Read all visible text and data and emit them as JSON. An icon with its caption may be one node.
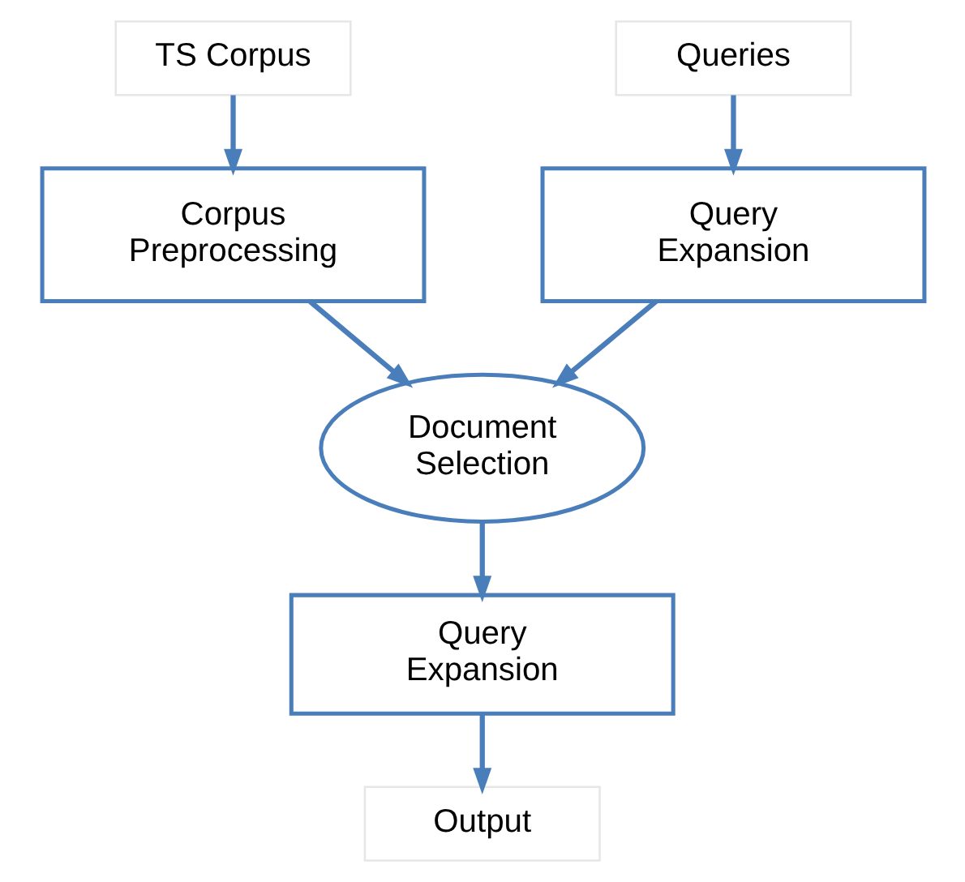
{
  "diagram": {
    "nodes": [
      {
        "text": [
          "TS Corpus"
        ]
      },
      {
        "text": [
          "Queries"
        ]
      },
      {
        "text": [
          "Corpus Preprocessing"
        ]
      },
      {
        "text": [
          "Query Expansion"
        ]
      },
      {
        "text": [
          "Document Selection"
        ]
      },
      {
        "text": [
          "Query Expansion"
        ]
      },
      {
        "text": [
          "Output"
        ]
      }
    ],
    "edges": [
      {
        "from": 0,
        "to": 2,
        "arrow": "to"
      },
      {
        "from": 1,
        "to": 3,
        "arrow": "to"
      },
      {
        "from": 2,
        "to": 4,
        "arrow": "to"
      },
      {
        "from": 3,
        "to": 4,
        "arrow": "to"
      },
      {
        "from": 4,
        "to": 5,
        "arrow": "to"
      },
      {
        "from": 5,
        "to": 6,
        "arrow": "to"
      }
    ]
  }
}
